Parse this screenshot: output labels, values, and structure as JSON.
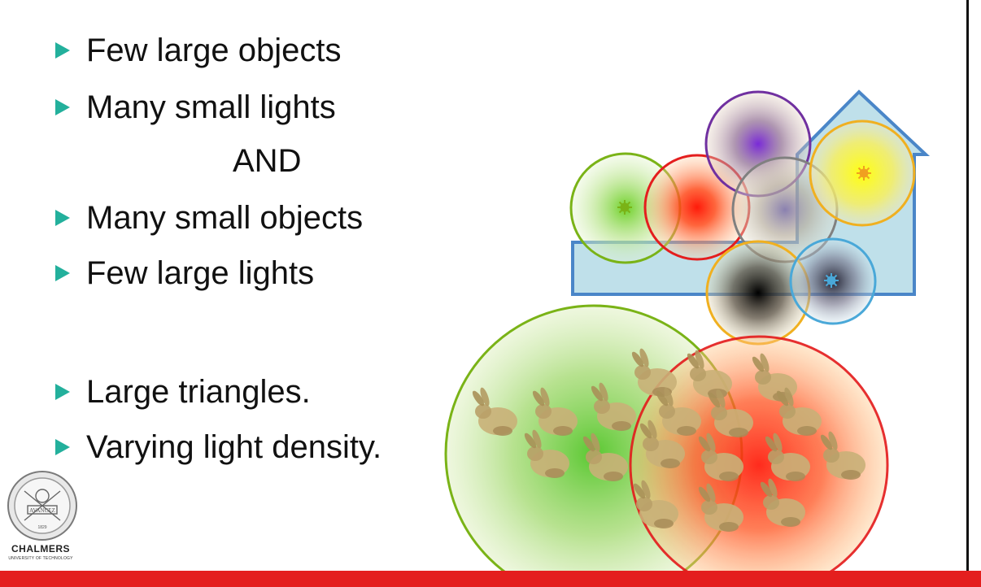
{
  "slide": {
    "bullets_top": [
      {
        "label": "Few large objects"
      },
      {
        "label": "Many small lights"
      }
    ],
    "conjunction": "AND",
    "bullets_middle": [
      {
        "label": "Many small objects"
      },
      {
        "label": "Few large lights"
      }
    ],
    "bullets_bottom": [
      {
        "label": "Large triangles."
      },
      {
        "label": "Varying light density."
      }
    ]
  },
  "logo": {
    "name": "CHALMERS",
    "subtitle": "UNIVERSITY OF TECHNOLOGY",
    "seal_text": "AVANCEZ",
    "seal_year": "1829"
  },
  "colors": {
    "bullet_arrow": "#23b09c",
    "bottom_bar": "#e41e1e",
    "house_fill": "#bfe0ea",
    "house_stroke": "#4a86c8",
    "light_green": "#7ab317",
    "light_red": "#e41e1e",
    "light_purple": "#7030a0",
    "light_gray": "#808080",
    "light_yellow": "#f0b020",
    "light_orange": "#f0b020",
    "light_blue": "#4aa8d8"
  },
  "icons": {
    "bullet": "triangle-right-icon",
    "light_source": "sun-icon",
    "object": "bunny-icon"
  }
}
